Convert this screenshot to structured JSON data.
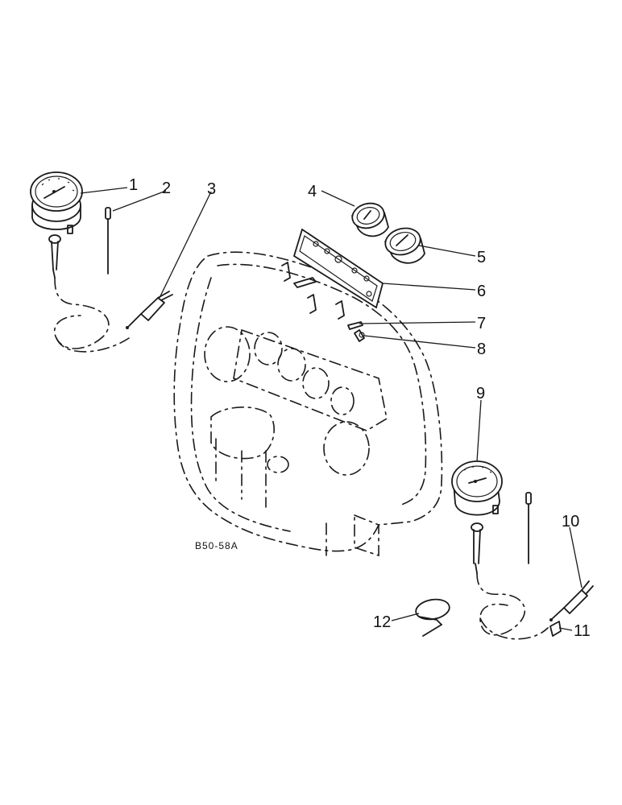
{
  "drawing_code": "B50-58A",
  "callouts": [
    {
      "id": 1,
      "label": "1"
    },
    {
      "id": 2,
      "label": "2"
    },
    {
      "id": 3,
      "label": "3"
    },
    {
      "id": 4,
      "label": "4"
    },
    {
      "id": 5,
      "label": "5"
    },
    {
      "id": 6,
      "label": "6"
    },
    {
      "id": 7,
      "label": "7"
    },
    {
      "id": 8,
      "label": "8"
    },
    {
      "id": 9,
      "label": "9"
    },
    {
      "id": 10,
      "label": "10"
    },
    {
      "id": 11,
      "label": "11"
    },
    {
      "id": 12,
      "label": "12"
    }
  ],
  "style": {
    "ink": "#1a1a1a",
    "background": "#ffffff"
  }
}
